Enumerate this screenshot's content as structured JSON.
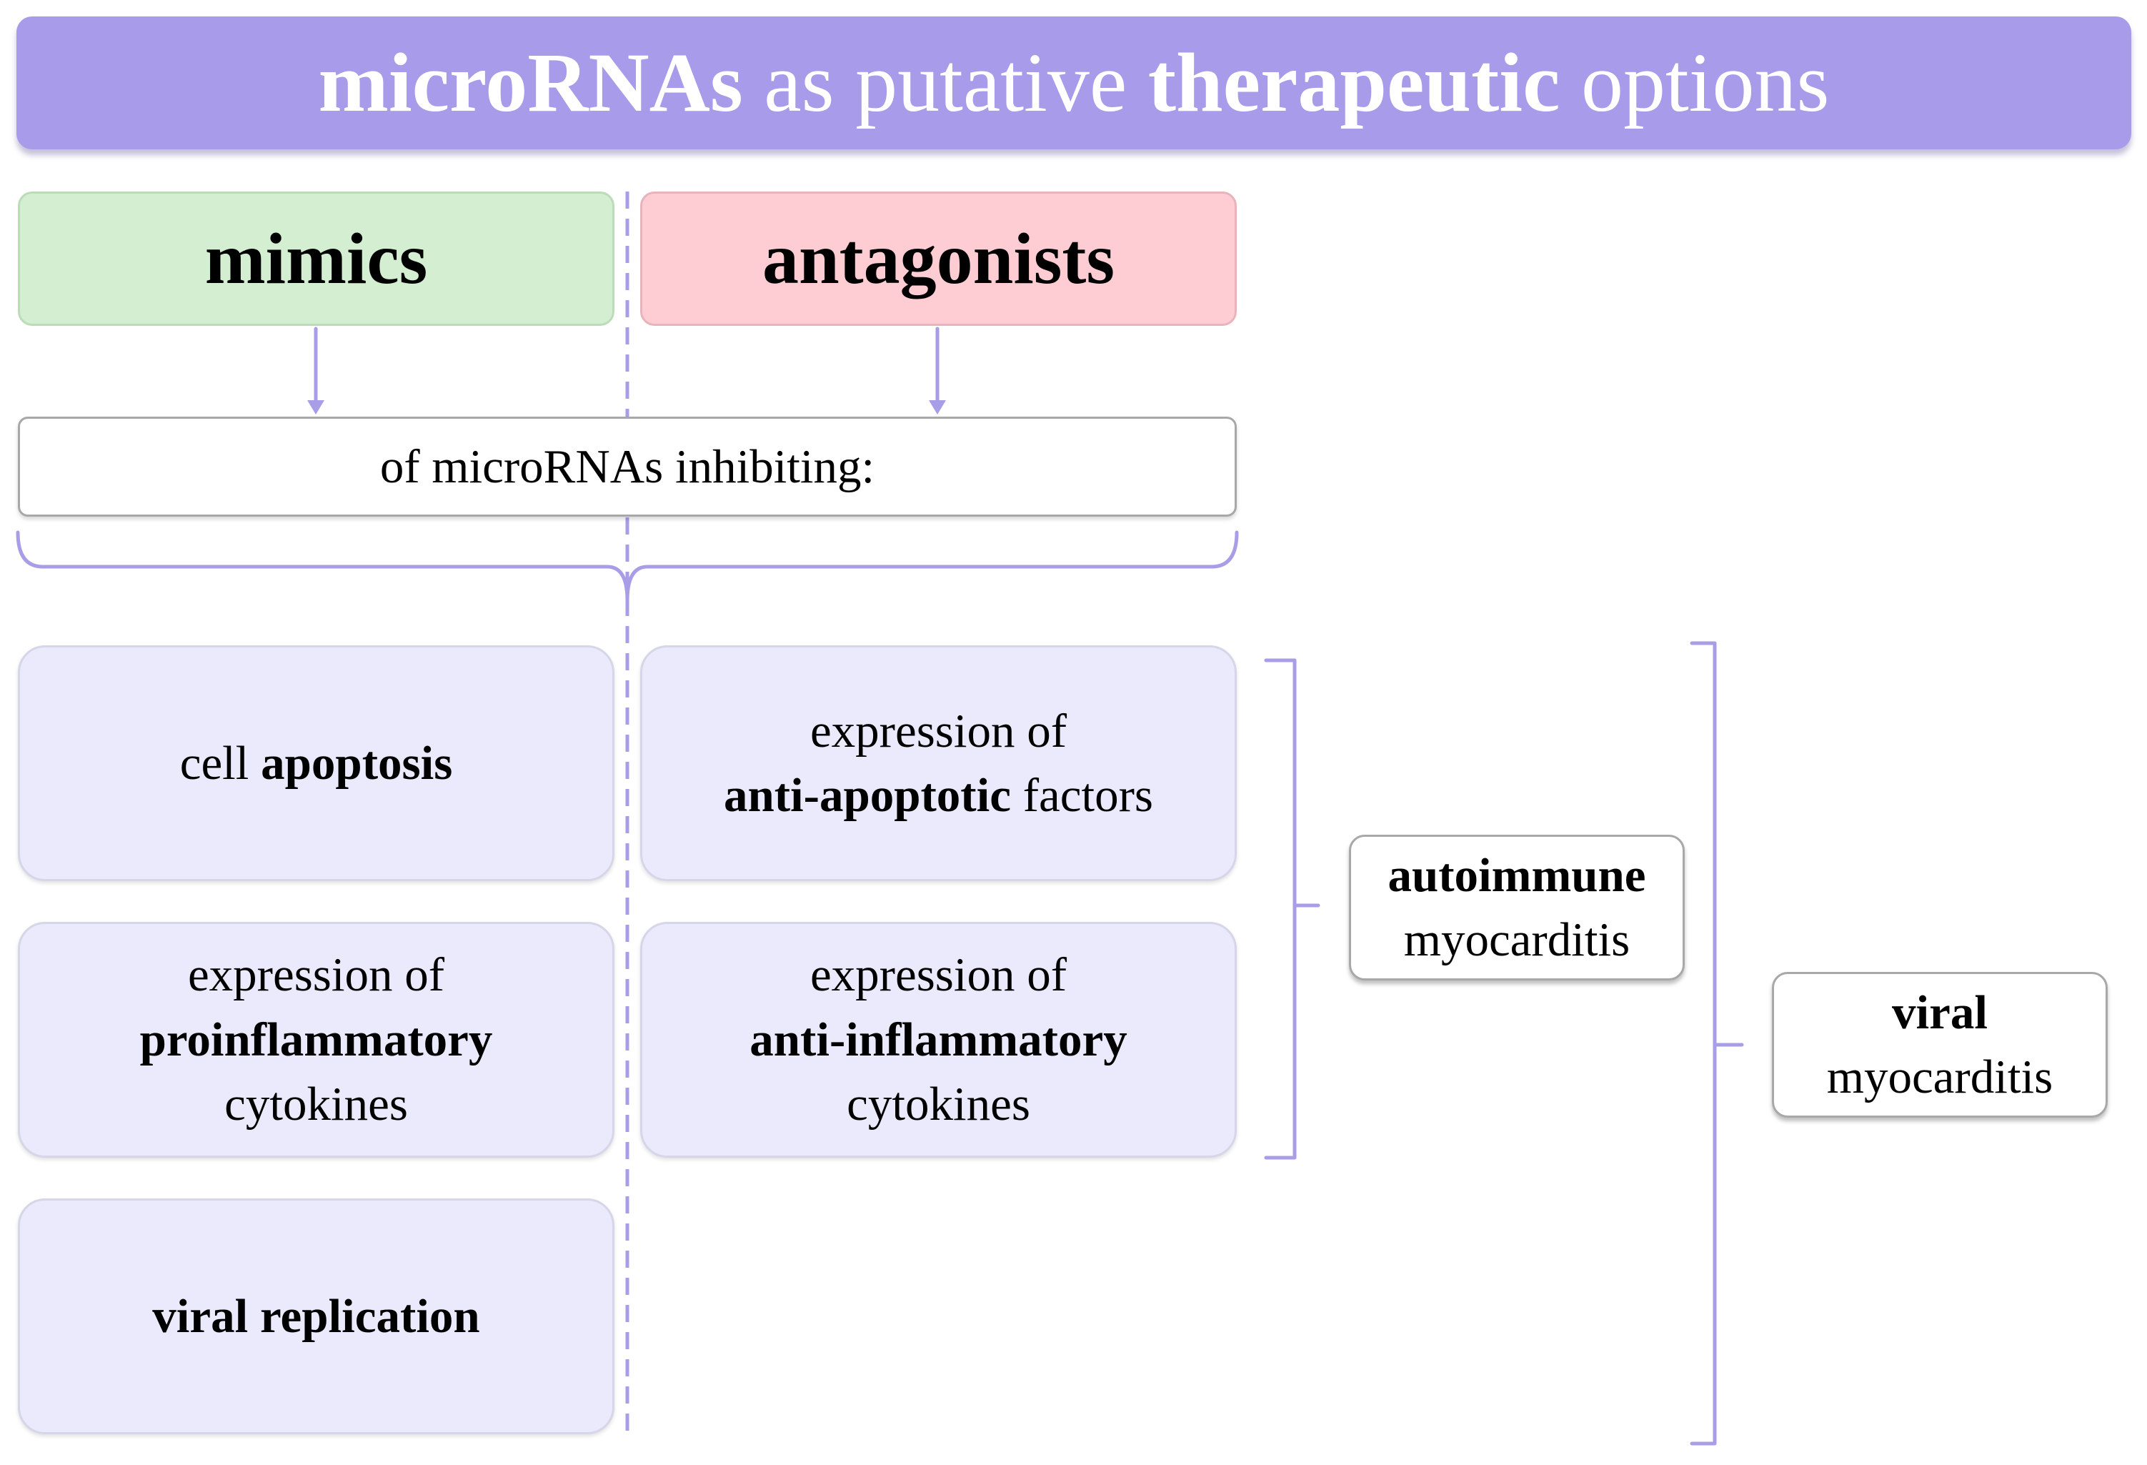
{
  "colors": {
    "banner": "#a79bea",
    "banner_text": "#ffffff",
    "mimics_fill": "#d3eed0",
    "antagonists_fill": "#fdcdd3",
    "item_fill": "#eaeafc",
    "connector": "#a89ee8"
  },
  "banner": {
    "word1": "microRNAs",
    "word2": " as putative ",
    "word3": "therapeutic",
    "word4": " options"
  },
  "categories": {
    "mimics": "mimics",
    "antagonists": "antagonists"
  },
  "subtitle": "of microRNAs inhibiting:",
  "mimic_targets": [
    {
      "plain_before": "cell ",
      "bold": "apoptosis"
    },
    {
      "line1": "expression of",
      "line2_bold": "proinflammatory",
      "line3": "cytokines"
    },
    {
      "bold": "viral replication"
    }
  ],
  "antagonist_targets": [
    {
      "line1": "expression of",
      "line2_bold": "anti-apoptotic",
      "line2_plain": " factors"
    },
    {
      "line1": "expression of",
      "line2_bold": "anti-inflammatory",
      "line3": "cytokines"
    }
  ],
  "outcomes": {
    "autoimmune": {
      "bold": "autoimmune",
      "plain": "myocarditis"
    },
    "viral": {
      "bold": "viral",
      "plain": "myocarditis"
    }
  }
}
